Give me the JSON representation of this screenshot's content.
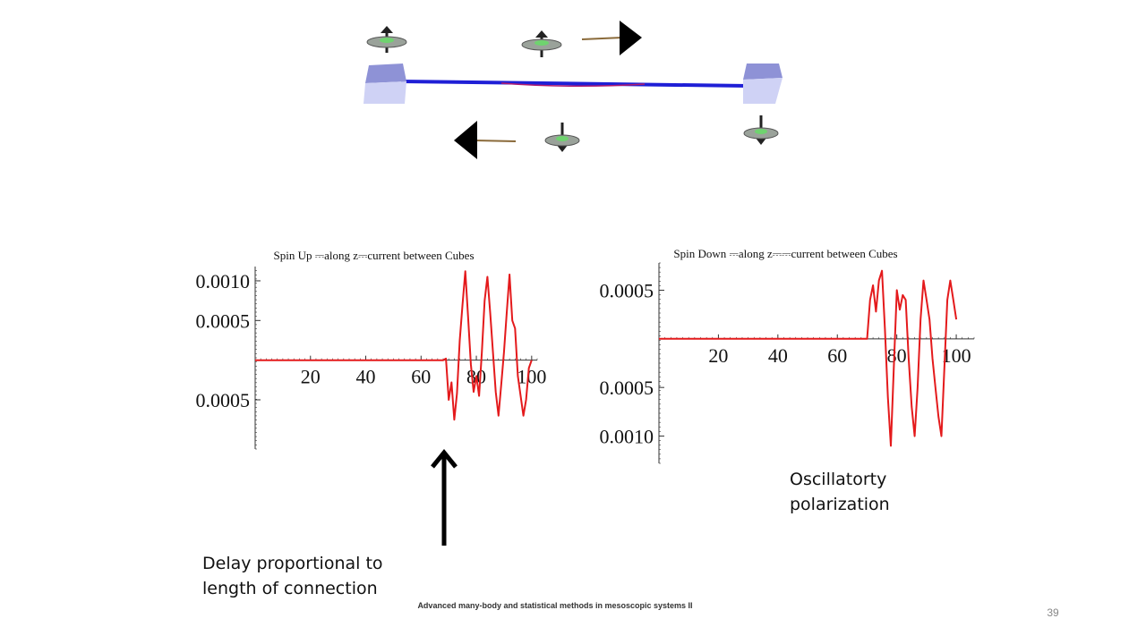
{
  "slide": {
    "annotation_right": "Oscillatorty\npolarization",
    "annotation_left": "Delay proportional to\nlength of connection",
    "footer": "Advanced many-body and statistical methods in mesoscopic systems II",
    "page_number": "39"
  },
  "colors": {
    "series": "#e41a1c",
    "axis": "#333333",
    "wire": "#1f1fd6",
    "cube_top": "#8e92d6",
    "cube_face": "#cfd2f5"
  },
  "diagram": {
    "icons": [
      "spin-up-icon",
      "spin-up-icon",
      "spin-down-icon",
      "spin-down-icon",
      "arrow-right-icon",
      "arrow-left-icon",
      "cube-icon",
      "cube-icon"
    ]
  },
  "chart_data": [
    {
      "type": "line",
      "title": "Spin Up ⎓along z⎓current between Cubes",
      "xlabel": "",
      "ylabel": "",
      "xlim": [
        0,
        102
      ],
      "ylim": [
        -0.00112,
        0.00118
      ],
      "x_ticks": [
        "20",
        "40",
        "60",
        "80",
        "100"
      ],
      "y_ticks": [
        {
          "value": 0.001,
          "label": "0.0010"
        },
        {
          "value": 0.0005,
          "label": "0.0005"
        },
        {
          "value": -0.0005,
          "label": "0.0005"
        }
      ],
      "grid": false,
      "series": [
        {
          "x": [
            0,
            10,
            20,
            30,
            40,
            50,
            60,
            68,
            69,
            70,
            71,
            72,
            73,
            74,
            75,
            76,
            77,
            78,
            79,
            80,
            81,
            82,
            83,
            84,
            85,
            86,
            87,
            88,
            89,
            90,
            91,
            92,
            93,
            94,
            95,
            96,
            97,
            98,
            99,
            100
          ],
          "y": [
            0,
            0,
            0,
            0,
            0,
            0,
            0,
            0,
            2e-05,
            -0.0005,
            -0.00028,
            -0.00075,
            -0.00042,
            0.00025,
            0.0007,
            0.00112,
            0.00055,
            -5e-05,
            -0.0004,
            -0.0002,
            -0.00045,
            0.0001,
            0.00075,
            0.00105,
            0.0006,
            0.0001,
            -0.0004,
            -0.0007,
            -0.0003,
            0.0001,
            0.0006,
            0.00108,
            0.0005,
            0.0004,
            -0.0002,
            -0.00045,
            -0.0007,
            -0.0005,
            -0.0001,
            0.0
          ]
        }
      ]
    },
    {
      "type": "line",
      "title": "Spin Down ⎓along z⎓⎓current between Cubes",
      "xlabel": "",
      "ylabel": "",
      "xlim": [
        0,
        106
      ],
      "ylim": [
        -0.00128,
        0.00078
      ],
      "x_ticks": [
        "20",
        "40",
        "60",
        "80",
        "100"
      ],
      "y_ticks": [
        {
          "value": 0.0005,
          "label": "0.0005"
        },
        {
          "value": -0.0005,
          "label": "0.0005"
        },
        {
          "value": -0.001,
          "label": "0.0010"
        }
      ],
      "grid": false,
      "series": [
        {
          "x": [
            0,
            10,
            20,
            30,
            40,
            50,
            60,
            70,
            71,
            72,
            73,
            74,
            75,
            76,
            77,
            78,
            79,
            80,
            81,
            82,
            83,
            84,
            85,
            86,
            87,
            88,
            89,
            90,
            91,
            92,
            93,
            94,
            95,
            96,
            97,
            98,
            99,
            100
          ],
          "y": [
            0,
            0,
            0,
            0,
            0,
            0,
            0,
            0,
            0.0004,
            0.00055,
            0.00028,
            0.0006,
            0.0007,
            0.0001,
            -0.0006,
            -0.0011,
            -0.0003,
            0.0005,
            0.0003,
            0.00045,
            0.0004,
            -0.0002,
            -0.0007,
            -0.001,
            -0.0005,
            0.0002,
            0.0006,
            0.0004,
            0.0002,
            -0.0002,
            -0.0005,
            -0.0008,
            -0.001,
            -0.0003,
            0.0004,
            0.0006,
            0.0004,
            0.0002
          ]
        }
      ]
    }
  ]
}
